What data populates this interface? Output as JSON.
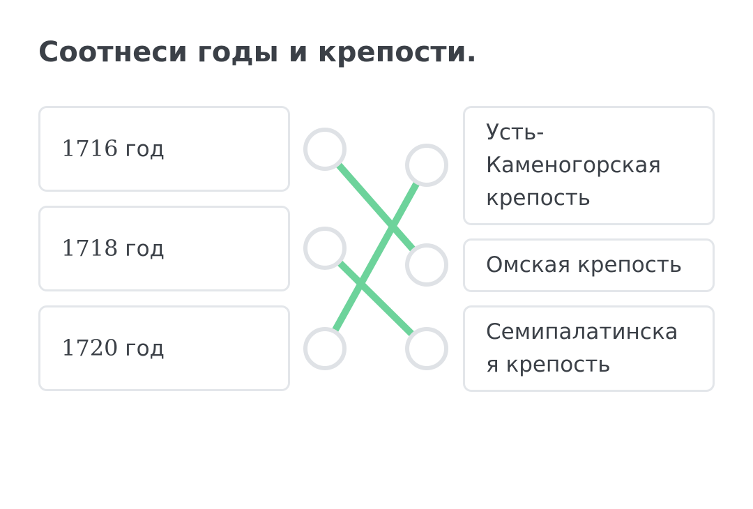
{
  "title": "Соотнеси годы и крепости.",
  "accent_color": "#6dd39b",
  "node_border_color": "#dfe2e6",
  "left_items": [
    {
      "number": "1716",
      "unit": "год"
    },
    {
      "number": "1718",
      "unit": "год"
    },
    {
      "number": "1720",
      "unit": "год"
    }
  ],
  "right_items": [
    {
      "label": "Усть-\nКаменогорская\nкрепость"
    },
    {
      "label": "Омская крепость"
    },
    {
      "label": "Семипалатинска\nя крепость"
    }
  ],
  "matches": [
    {
      "year": "1716",
      "fortress": "Омская крепость"
    },
    {
      "year": "1718",
      "fortress": "Семипалатинская крепость"
    },
    {
      "year": "1720",
      "fortress": "Усть-Каменогорская крепость"
    }
  ]
}
